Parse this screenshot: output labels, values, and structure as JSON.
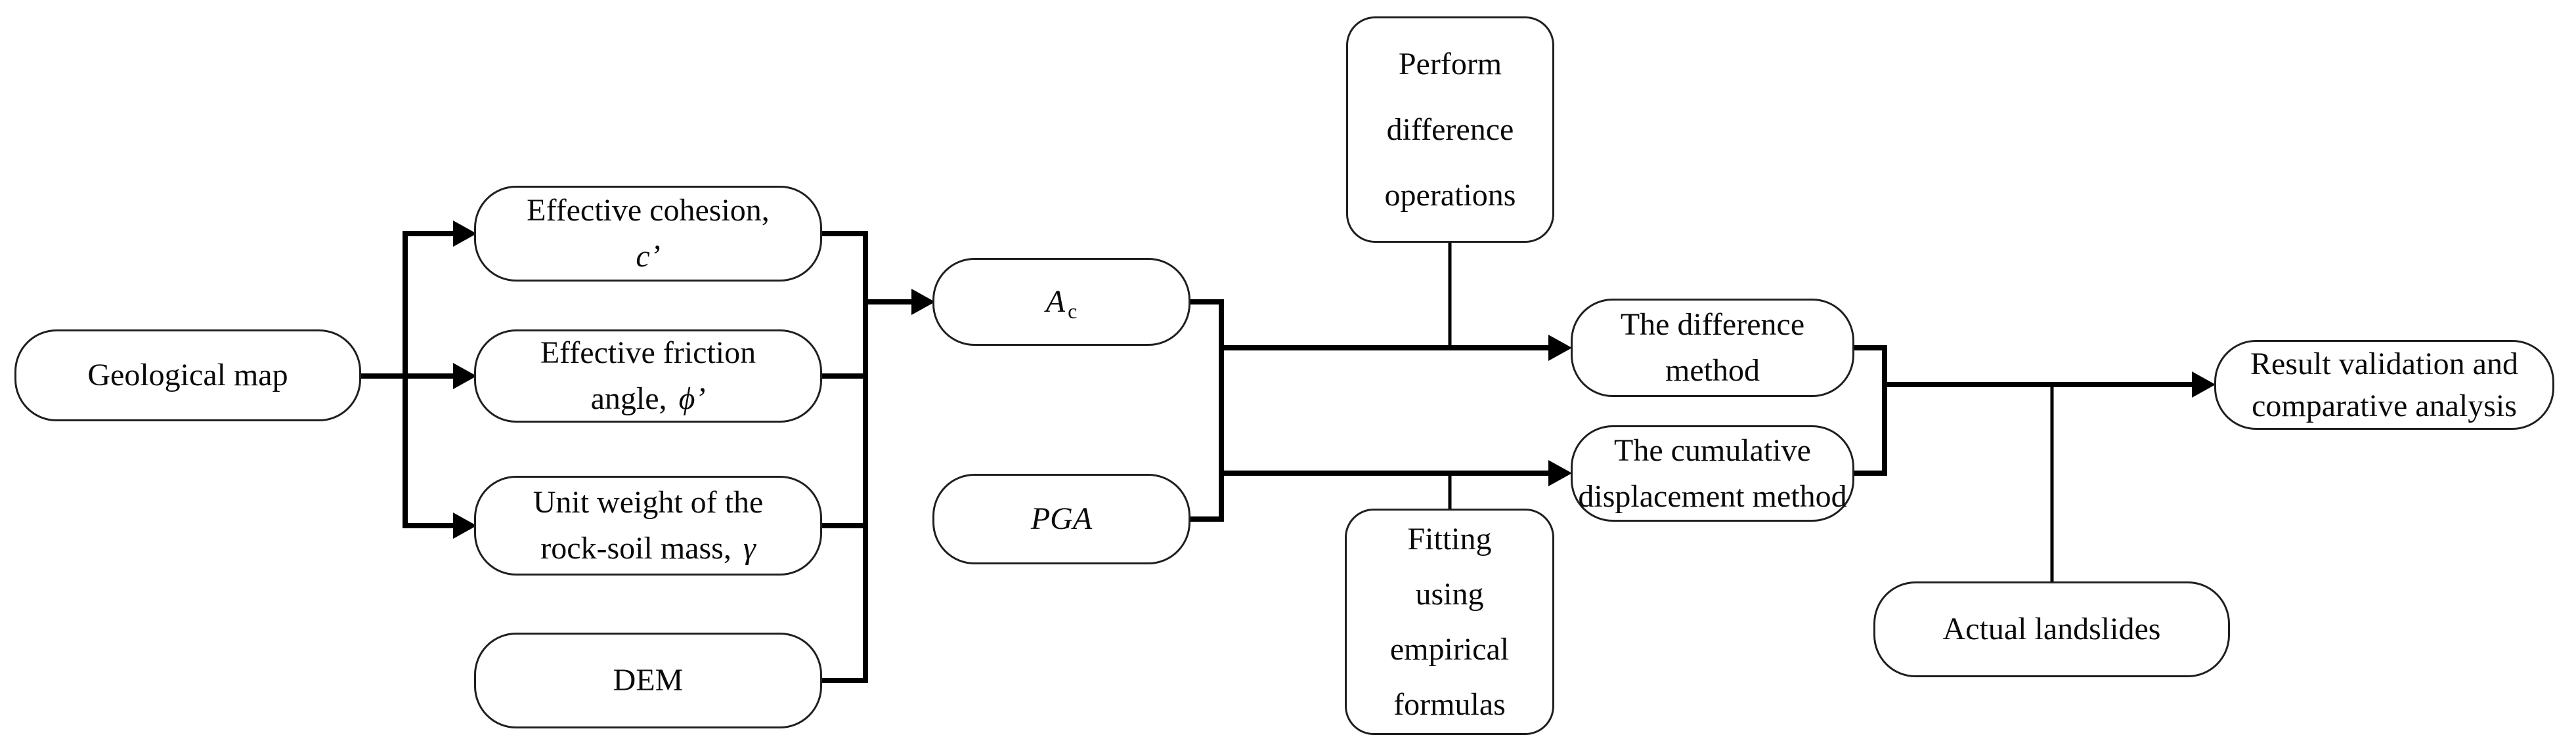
{
  "figure": {
    "type": "flowchart",
    "background_color": "#ffffff",
    "line_color": "#000000",
    "node_border_color": "#1f1f1f",
    "text_color": "#0a0a0a"
  },
  "nodes": {
    "geological_map": {
      "label": "Geological map"
    },
    "effective_cohesion": {
      "line1": "Effective cohesion,",
      "symbol": "c’"
    },
    "effective_friction": {
      "line1": "Effective friction",
      "line2_prefix": "angle,",
      "symbol": "ϕ’"
    },
    "unit_weight": {
      "line1": "Unit weight of the",
      "line2_prefix": "rock-soil mass,",
      "symbol": "γ"
    },
    "dem": {
      "label": "DEM"
    },
    "ac": {
      "base": "A",
      "sub": "c"
    },
    "pga": {
      "label": "PGA"
    },
    "perform_difference": {
      "line1": "Perform",
      "line2": "difference",
      "line3": "operations"
    },
    "fitting": {
      "line1": "Fitting",
      "line2": "using",
      "line3": "empirical",
      "line4": "formulas"
    },
    "difference_method": {
      "line1": "The difference",
      "line2": "method"
    },
    "cumulative_method": {
      "line1": "The cumulative",
      "line2": "displacement method"
    },
    "actual_landslides": {
      "label": "Actual landslides"
    },
    "result_validation": {
      "line1": "Result validation and",
      "line2": "comparative analysis"
    }
  }
}
